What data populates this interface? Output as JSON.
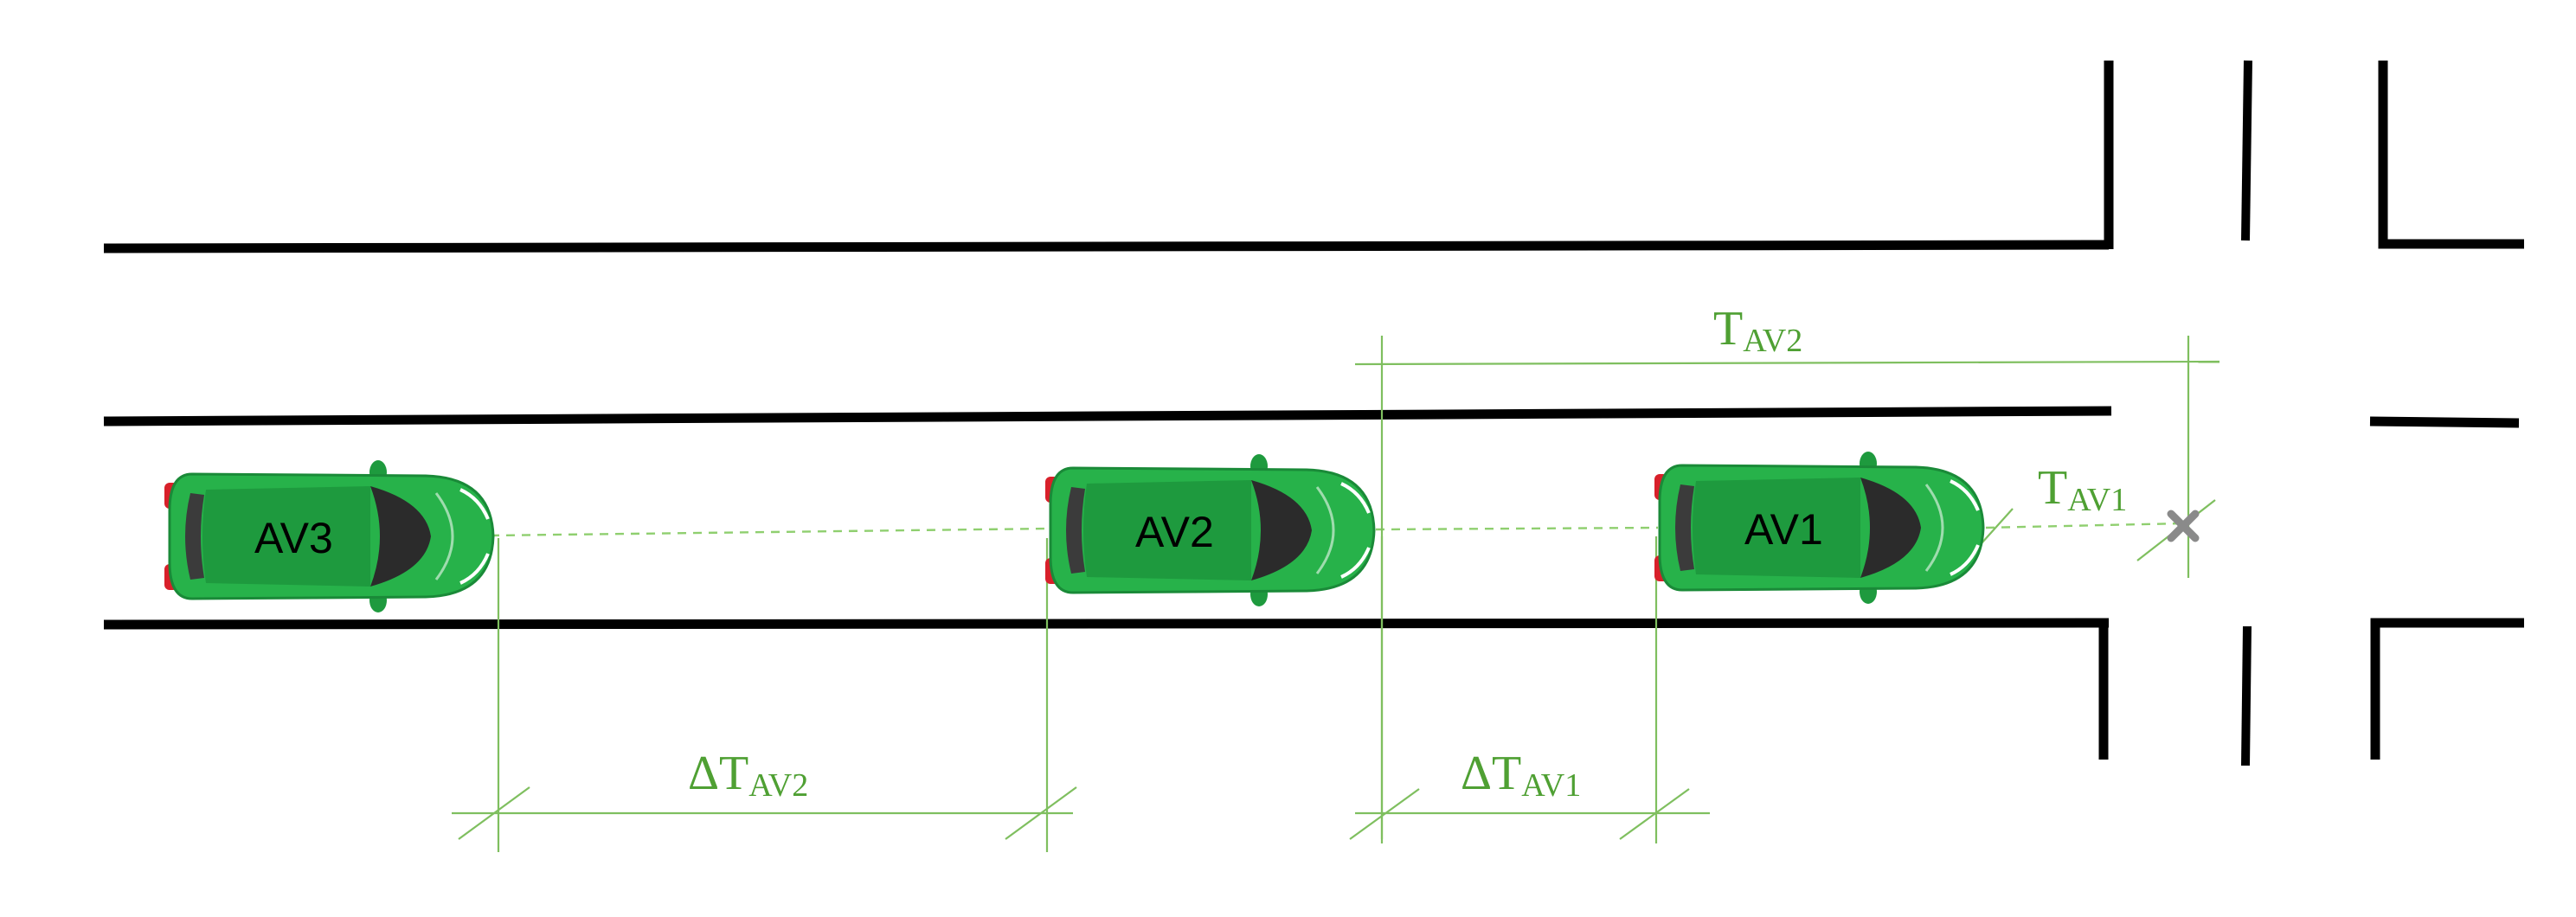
{
  "colors": {
    "road": "#000000",
    "car_body": "#27b24a",
    "car_roof": "#1e9a3e",
    "windshield": "#2b2b2b",
    "dimension": "#7fbf5f",
    "conflict_point": "#8a8a8a"
  },
  "vehicles": [
    {
      "label": "AV3"
    },
    {
      "label": "AV2"
    },
    {
      "label": "AV1"
    }
  ],
  "annotations": {
    "t_av2": {
      "main": "T",
      "sub": "AV2"
    },
    "t_av1": {
      "main": "T",
      "sub": "AV1"
    },
    "delta_t_av2": {
      "main": "ΔT",
      "sub": "AV2"
    },
    "delta_t_av1": {
      "main": "ΔT",
      "sub": "AV1"
    }
  },
  "icons": {
    "conflict_point": "x-mark-icon",
    "vehicle": "car-top-view-icon"
  }
}
